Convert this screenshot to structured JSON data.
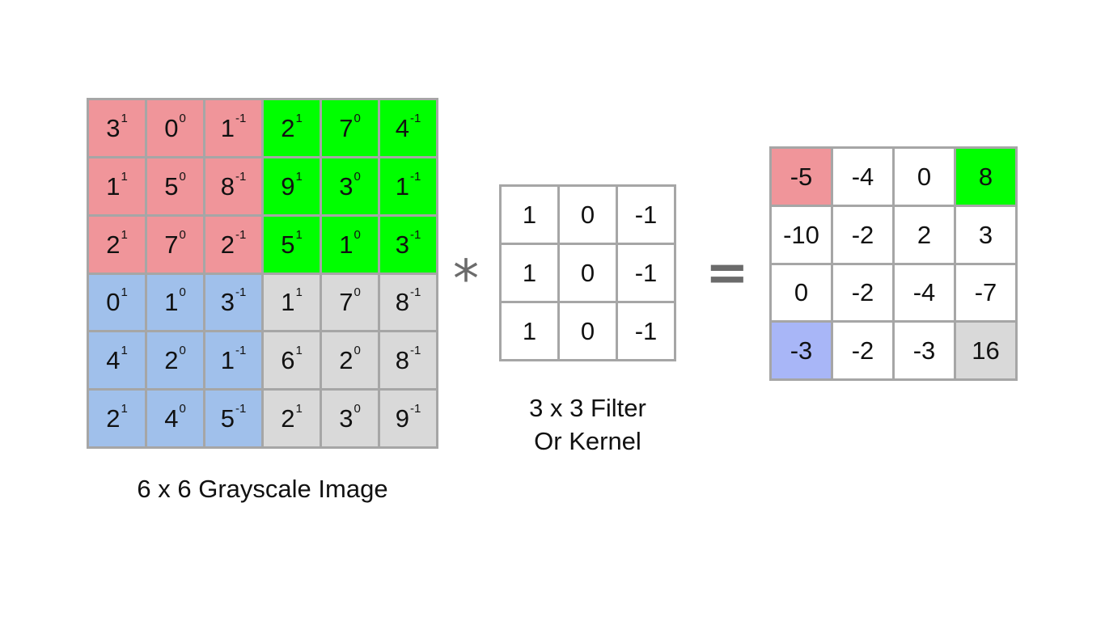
{
  "image_grid": {
    "caption": "6 x 6 Grayscale Image",
    "rows": [
      [
        {
          "v": "3",
          "s": "1",
          "c": "red"
        },
        {
          "v": "0",
          "s": "0",
          "c": "red"
        },
        {
          "v": "1",
          "s": "-1",
          "c": "red"
        },
        {
          "v": "2",
          "s": "1",
          "c": "green"
        },
        {
          "v": "7",
          "s": "0",
          "c": "green"
        },
        {
          "v": "4",
          "s": "-1",
          "c": "green"
        }
      ],
      [
        {
          "v": "1",
          "s": "1",
          "c": "red"
        },
        {
          "v": "5",
          "s": "0",
          "c": "red"
        },
        {
          "v": "8",
          "s": "-1",
          "c": "red"
        },
        {
          "v": "9",
          "s": "1",
          "c": "green"
        },
        {
          "v": "3",
          "s": "0",
          "c": "green"
        },
        {
          "v": "1",
          "s": "-1",
          "c": "green"
        }
      ],
      [
        {
          "v": "2",
          "s": "1",
          "c": "red"
        },
        {
          "v": "7",
          "s": "0",
          "c": "red"
        },
        {
          "v": "2",
          "s": "-1",
          "c": "red"
        },
        {
          "v": "5",
          "s": "1",
          "c": "green"
        },
        {
          "v": "1",
          "s": "0",
          "c": "green"
        },
        {
          "v": "3",
          "s": "-1",
          "c": "green"
        }
      ],
      [
        {
          "v": "0",
          "s": "1",
          "c": "blue"
        },
        {
          "v": "1",
          "s": "0",
          "c": "blue"
        },
        {
          "v": "3",
          "s": "-1",
          "c": "blue"
        },
        {
          "v": "1",
          "s": "1",
          "c": "gray"
        },
        {
          "v": "7",
          "s": "0",
          "c": "gray"
        },
        {
          "v": "8",
          "s": "-1",
          "c": "gray"
        }
      ],
      [
        {
          "v": "4",
          "s": "1",
          "c": "blue"
        },
        {
          "v": "2",
          "s": "0",
          "c": "blue"
        },
        {
          "v": "1",
          "s": "-1",
          "c": "blue"
        },
        {
          "v": "6",
          "s": "1",
          "c": "gray"
        },
        {
          "v": "2",
          "s": "0",
          "c": "gray"
        },
        {
          "v": "8",
          "s": "-1",
          "c": "gray"
        }
      ],
      [
        {
          "v": "2",
          "s": "1",
          "c": "blue"
        },
        {
          "v": "4",
          "s": "0",
          "c": "blue"
        },
        {
          "v": "5",
          "s": "-1",
          "c": "blue"
        },
        {
          "v": "2",
          "s": "1",
          "c": "gray"
        },
        {
          "v": "3",
          "s": "0",
          "c": "gray"
        },
        {
          "v": "9",
          "s": "-1",
          "c": "gray"
        }
      ]
    ]
  },
  "operators": {
    "multiply": "*",
    "equals": "="
  },
  "kernel": {
    "caption": "3 x 3 Filter\nOr Kernel",
    "rows": [
      [
        "1",
        "0",
        "-1"
      ],
      [
        "1",
        "0",
        "-1"
      ],
      [
        "1",
        "0",
        "-1"
      ]
    ]
  },
  "output": {
    "rows": [
      [
        {
          "v": "-5",
          "c": "red"
        },
        {
          "v": "-4",
          "c": "white"
        },
        {
          "v": "0",
          "c": "white"
        },
        {
          "v": "8",
          "c": "green"
        }
      ],
      [
        {
          "v": "-10",
          "c": "white"
        },
        {
          "v": "-2",
          "c": "white"
        },
        {
          "v": "2",
          "c": "white"
        },
        {
          "v": "3",
          "c": "white"
        }
      ],
      [
        {
          "v": "0",
          "c": "white"
        },
        {
          "v": "-2",
          "c": "white"
        },
        {
          "v": "-4",
          "c": "white"
        },
        {
          "v": "-7",
          "c": "white"
        }
      ],
      [
        {
          "v": "-3",
          "c": "lavender"
        },
        {
          "v": "-2",
          "c": "white"
        },
        {
          "v": "-3",
          "c": "white"
        },
        {
          "v": "16",
          "c": "gray"
        }
      ]
    ]
  },
  "colors": {
    "red": "#f0959a",
    "green": "#00ff00",
    "blue": "#a0c0eb",
    "gray": "#d9d9d9",
    "white": "#ffffff",
    "lavender": "#a8b6f7",
    "grid_line": "#a6a6a6",
    "operator": "#6b6b6b"
  }
}
